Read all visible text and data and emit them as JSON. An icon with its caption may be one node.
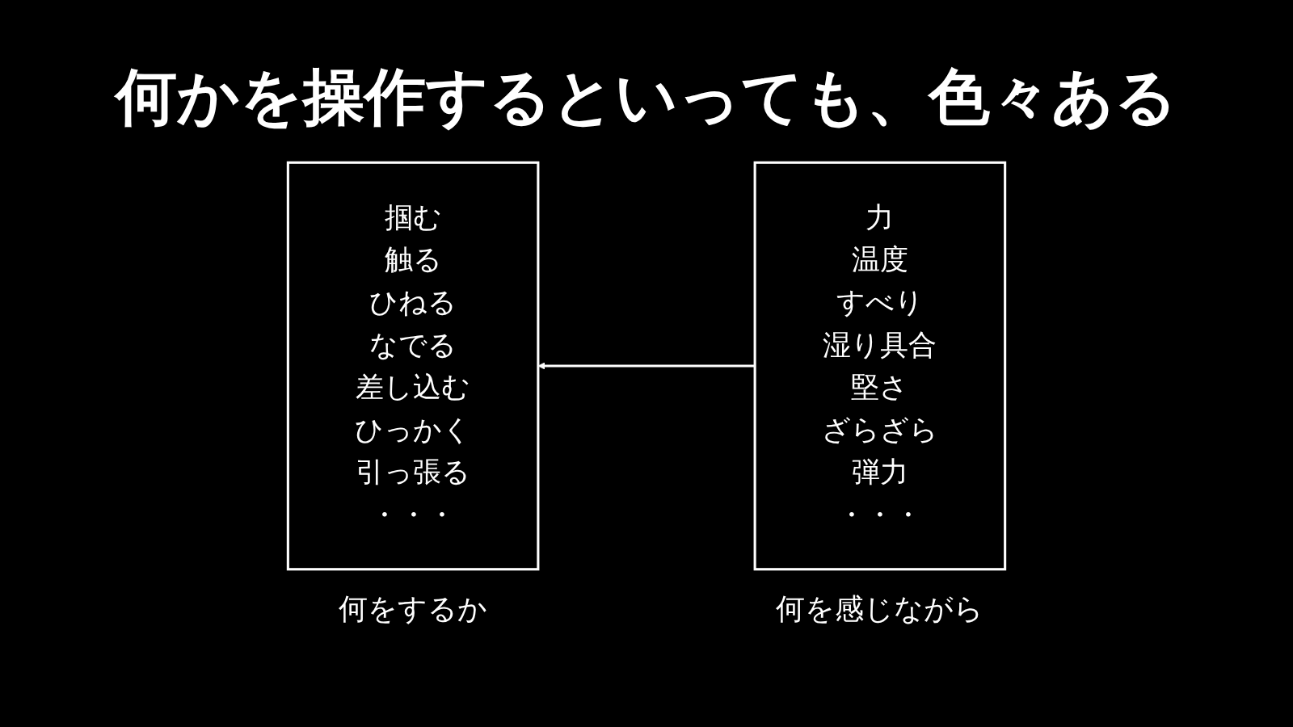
{
  "diagram": {
    "title": "何かを操作するといっても、色々ある",
    "nodes": [
      {
        "text": [
          "掴む",
          "触る",
          "ひねる",
          "なでる",
          "差し込む",
          "ひっかく",
          "引っ張る",
          "・・・"
        ],
        "beside": [
          "何をするか"
        ]
      },
      {
        "text": [
          "力",
          "温度",
          "すべり",
          "湿り具合",
          "堅さ",
          "ざらざら",
          "弾力",
          "・・・"
        ],
        "beside": [
          "何を感じながら"
        ]
      }
    ],
    "edges": [
      {
        "from": 1,
        "to": 0,
        "arrow": "to"
      }
    ]
  }
}
